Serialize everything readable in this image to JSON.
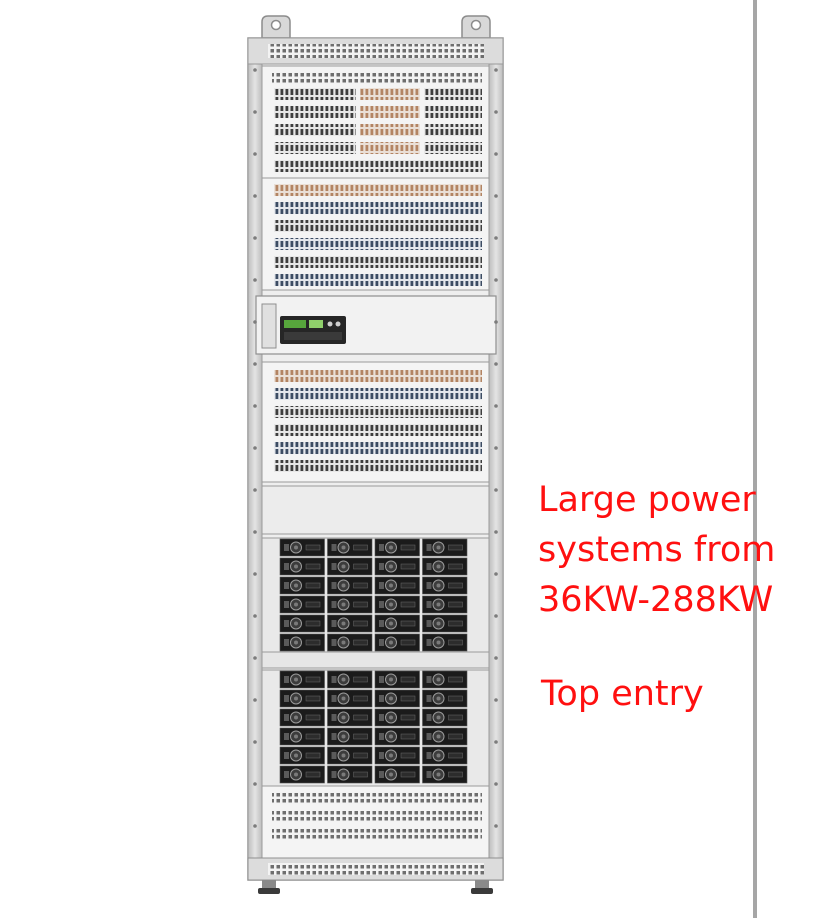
{
  "caption": {
    "line1": "Large power",
    "line2": "systems from",
    "line3": "36KW-288KW",
    "entry": "Top entry"
  },
  "colors": {
    "caption_text": "#ff1010",
    "cabinet_frame": "#cfcfcf",
    "cabinet_panel": "#f0f0f0",
    "rectifier_face": "#1b1b1b",
    "vent_accent": "#c4956b",
    "divider_line": "#a0a0a0"
  },
  "cabinet": {
    "rectifier_rows": 12,
    "rectifier_cols": 4,
    "controller_icon": "controller-display-icon"
  }
}
